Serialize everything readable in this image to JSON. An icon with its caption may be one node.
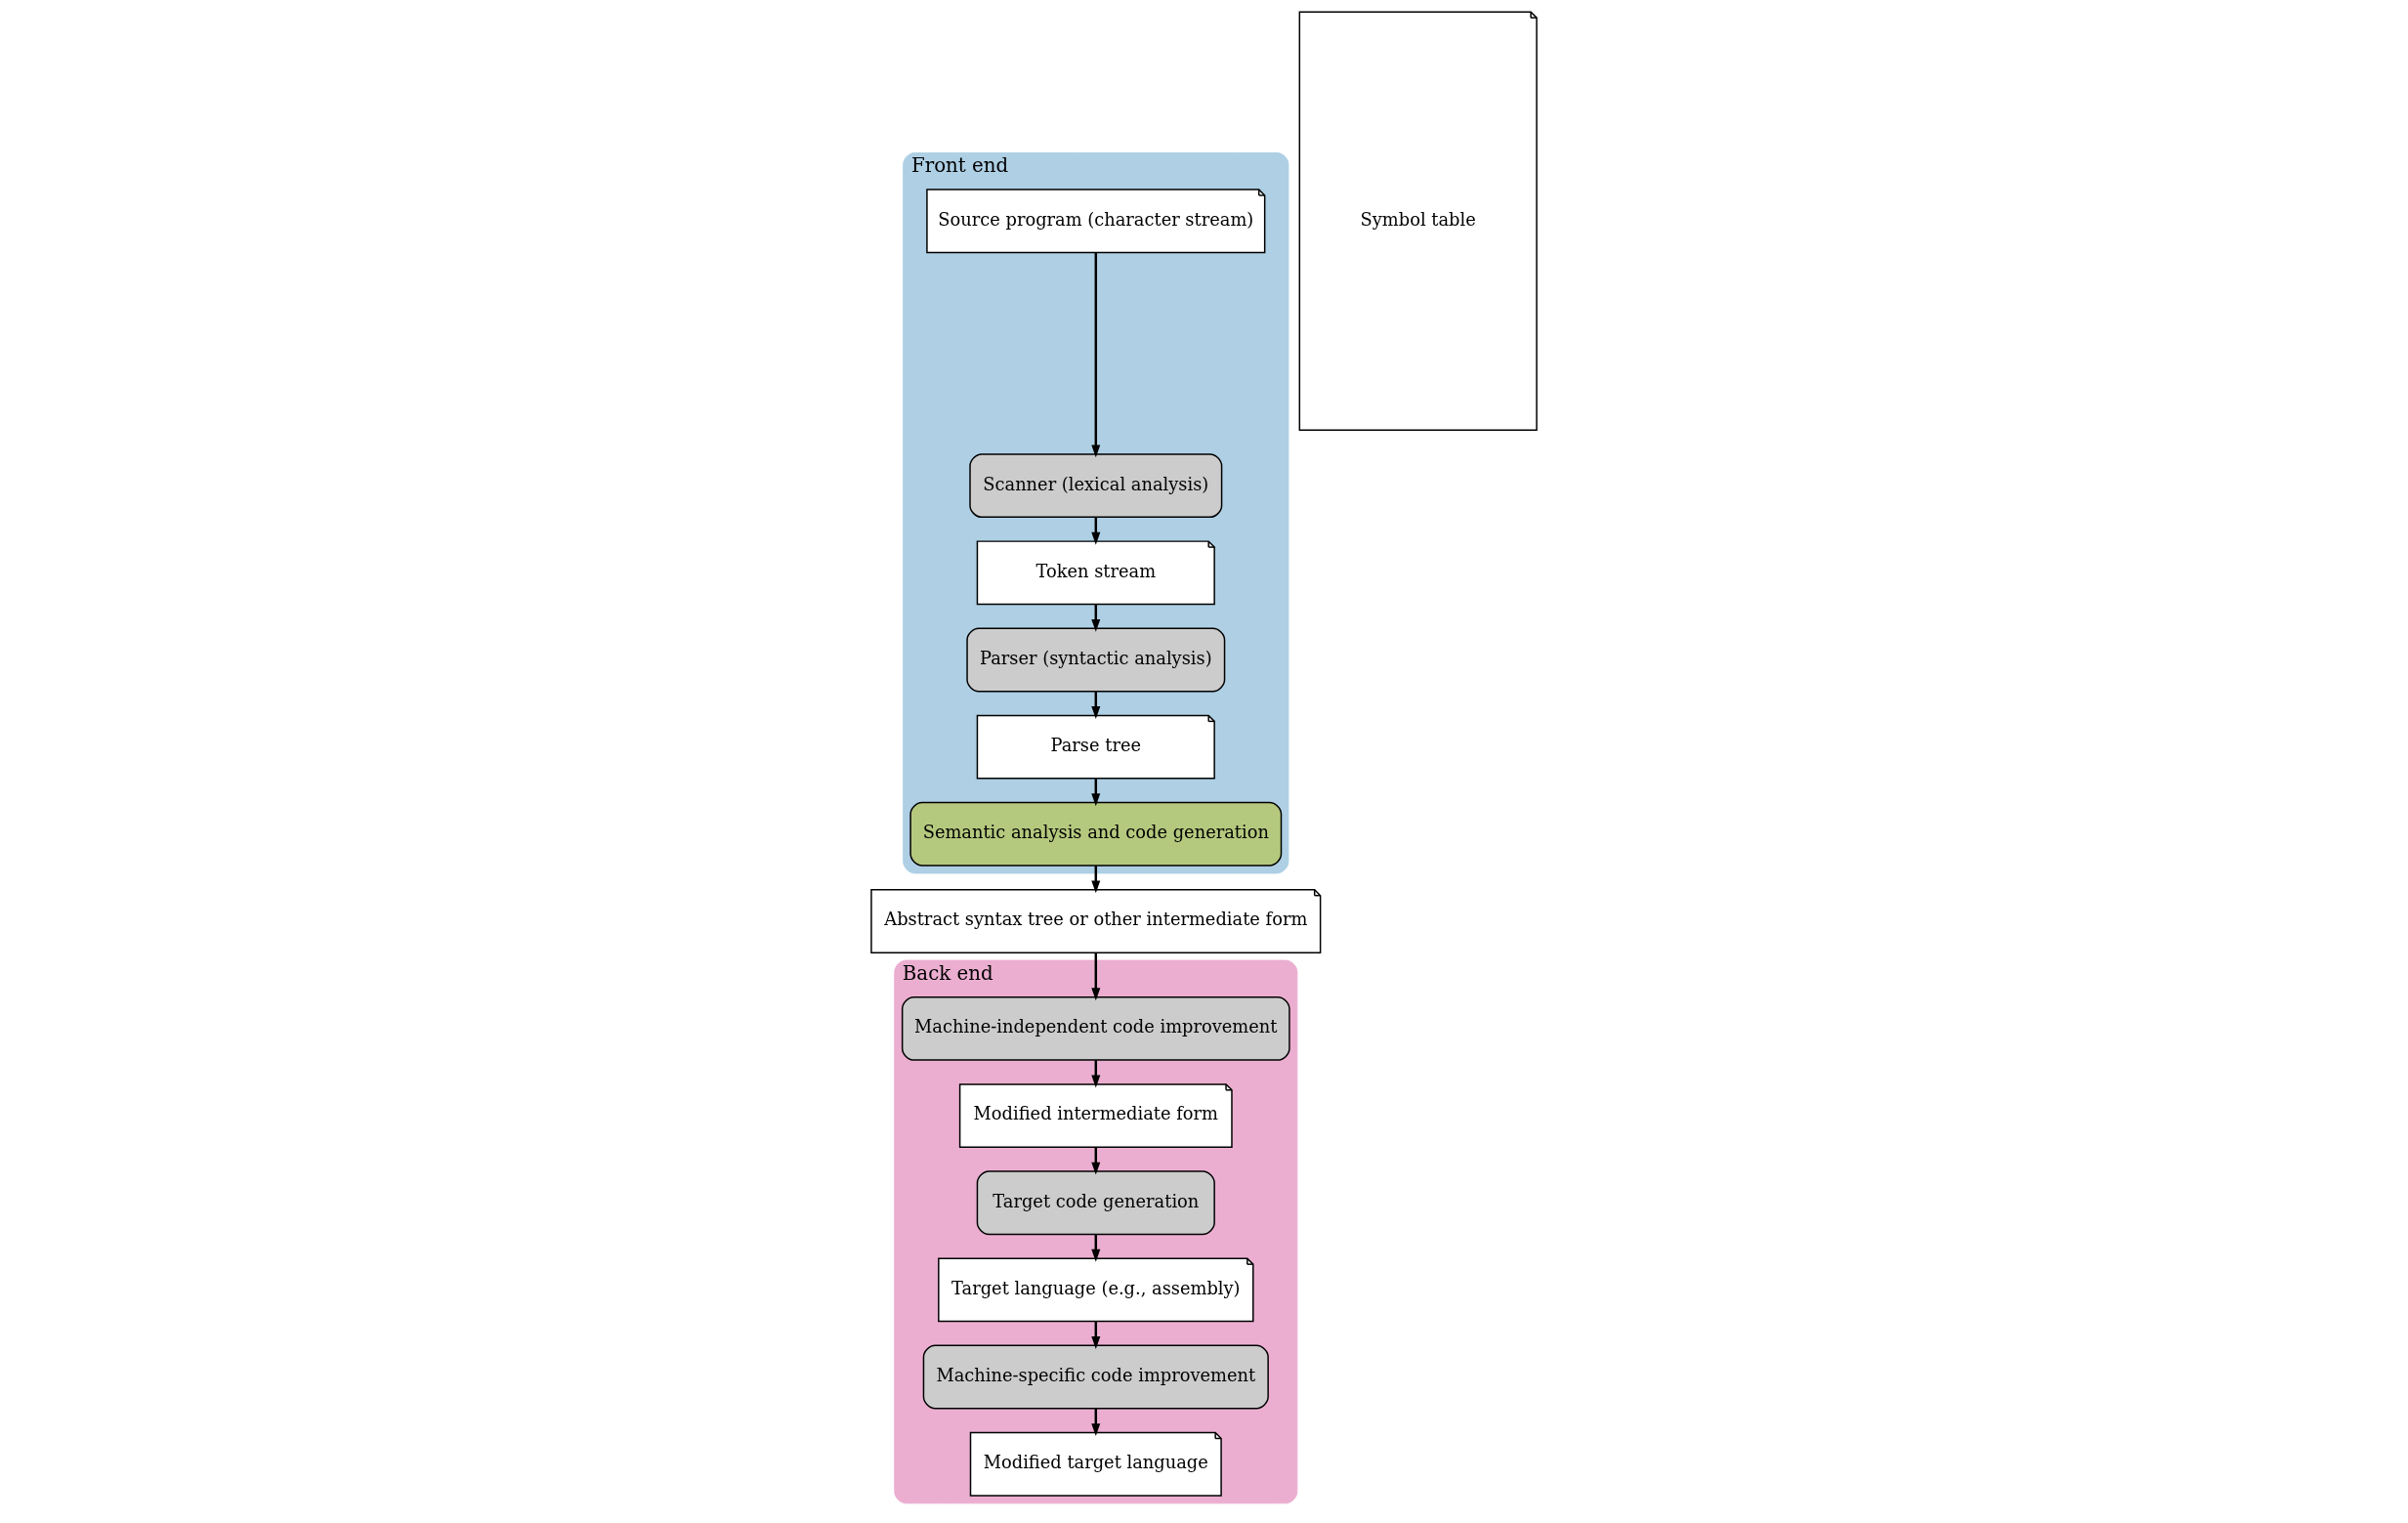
{
  "diagram": {
    "nodes": [
      {
        "text": [
          "Front end"
        ]
      },
      {
        "text": [
          "Source program (character stream)"
        ],
        "in": 0
      },
      {
        "text": [
          "Scanner (lexical analysis)"
        ],
        "in": 0
      },
      {
        "text": [
          "Token stream"
        ],
        "in": 0
      },
      {
        "text": [
          "Parser (syntactic analysis)"
        ],
        "in": 0
      },
      {
        "text": [
          "Parse tree"
        ],
        "in": 0
      },
      {
        "text": [
          "Semantic analysis and code generation"
        ],
        "in": 0
      },
      {
        "text": [
          "Abstract syntax tree or other intermediate form"
        ]
      },
      {
        "text": [
          "Back end"
        ]
      },
      {
        "text": [
          "Machine-independent code improvement"
        ],
        "in": 8
      },
      {
        "text": [
          "Modified intermediate form"
        ],
        "in": 8
      },
      {
        "text": [
          "Target code generation"
        ],
        "in": 8
      },
      {
        "text": [
          "Target language (e.g., assembly)"
        ],
        "in": 8
      },
      {
        "text": [
          "Machine-specific code improvement"
        ],
        "in": 8
      },
      {
        "text": [
          "Modified target language"
        ],
        "in": 8
      },
      {
        "text": [
          "Symbol table"
        ]
      }
    ],
    "edges": [
      {
        "from": 1,
        "to": 2,
        "arrow": "to"
      },
      {
        "from": 2,
        "to": 3,
        "arrow": "to"
      },
      {
        "from": 3,
        "to": 4,
        "arrow": "to"
      },
      {
        "from": 4,
        "to": 5,
        "arrow": "to"
      },
      {
        "from": 5,
        "to": 6,
        "arrow": "to"
      },
      {
        "from": 6,
        "to": 7,
        "arrow": "to"
      },
      {
        "from": 7,
        "to": 9,
        "arrow": "to"
      },
      {
        "from": 9,
        "to": 10,
        "arrow": "to"
      },
      {
        "from": 10,
        "to": 11,
        "arrow": "to"
      },
      {
        "from": 11,
        "to": 12,
        "arrow": "to"
      },
      {
        "from": 12,
        "to": 13,
        "arrow": "to"
      },
      {
        "from": 13,
        "to": 14,
        "arrow": "to"
      }
    ]
  }
}
